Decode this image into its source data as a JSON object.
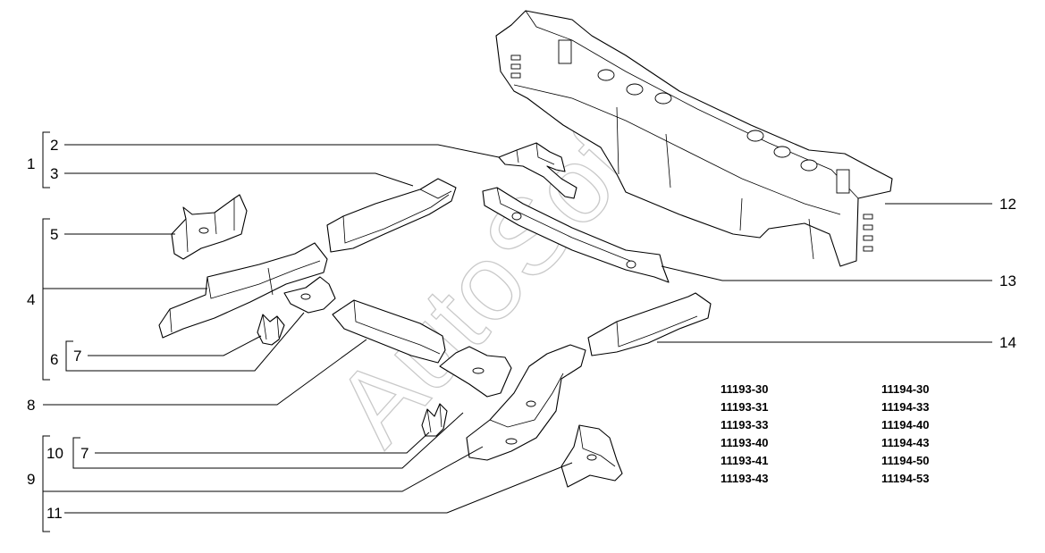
{
  "labels": {
    "n1": "1",
    "n2": "2",
    "n3": "3",
    "n4": "4",
    "n5": "5",
    "n6": "6",
    "n7a": "7",
    "n7b": "7",
    "n8": "8",
    "n9": "9",
    "n10": "10",
    "n11": "11",
    "n12": "12",
    "n13": "13",
    "n14": "14"
  },
  "watermark": "AutoSoft",
  "codes": {
    "left": [
      "11193-30",
      "11193-31",
      "11193-33",
      "11193-40",
      "11193-41",
      "11193-43"
    ],
    "right": [
      "11194-30",
      "11194-33",
      "11194-40",
      "11194-43",
      "11194-50",
      "11194-53"
    ]
  }
}
